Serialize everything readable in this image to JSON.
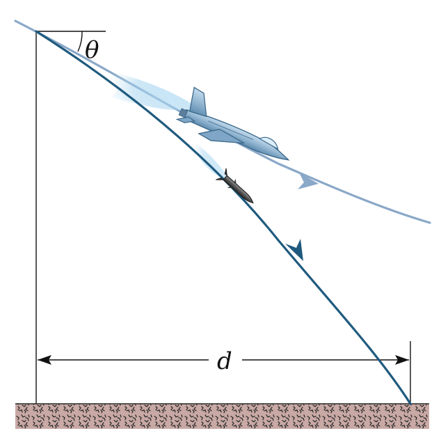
{
  "labels": {
    "angle": "θ",
    "distance": "d"
  },
  "colors": {
    "background": "#ffffff",
    "construction_lines": "#111111",
    "plane_path": "#8aa8c8",
    "missile_path": "#1f5a7e",
    "plane_body": "#8fb3cf",
    "plane_outline": "#3d6a8c",
    "exhaust_glow": "#a9d4ee",
    "missile_body": "#5a5a5a",
    "ground_fill": "#c9a9a5",
    "ground_speckle": "#2b2b2b"
  },
  "icons": {
    "aircraft": "jet-fighter-icon",
    "missile": "missile-icon",
    "ground": "ground-hatch"
  }
}
